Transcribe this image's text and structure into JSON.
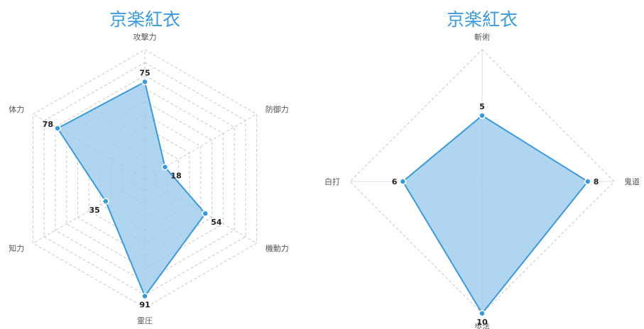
{
  "colors": {
    "accent": "#3a9ad9",
    "fill": "#9ccbee",
    "grid": "#c8c8c8",
    "title": "#3a9ad9"
  },
  "chart_data": [
    {
      "type": "radar",
      "title": "京楽紅衣",
      "axes": [
        "攻撃力",
        "防御力",
        "機動力",
        "霊圧",
        "知力",
        "体力"
      ],
      "values": [
        75,
        18,
        54,
        91,
        35,
        78
      ],
      "range": [
        0,
        100
      ],
      "grid_levels": 10,
      "legend": "none"
    },
    {
      "type": "radar",
      "title": "京楽紅衣",
      "axes": [
        "斬術",
        "鬼道",
        "歩法",
        "白打"
      ],
      "values": [
        5,
        8,
        10,
        6
      ],
      "range": [
        0,
        10
      ],
      "grid_levels": 1,
      "legend": "none"
    }
  ]
}
